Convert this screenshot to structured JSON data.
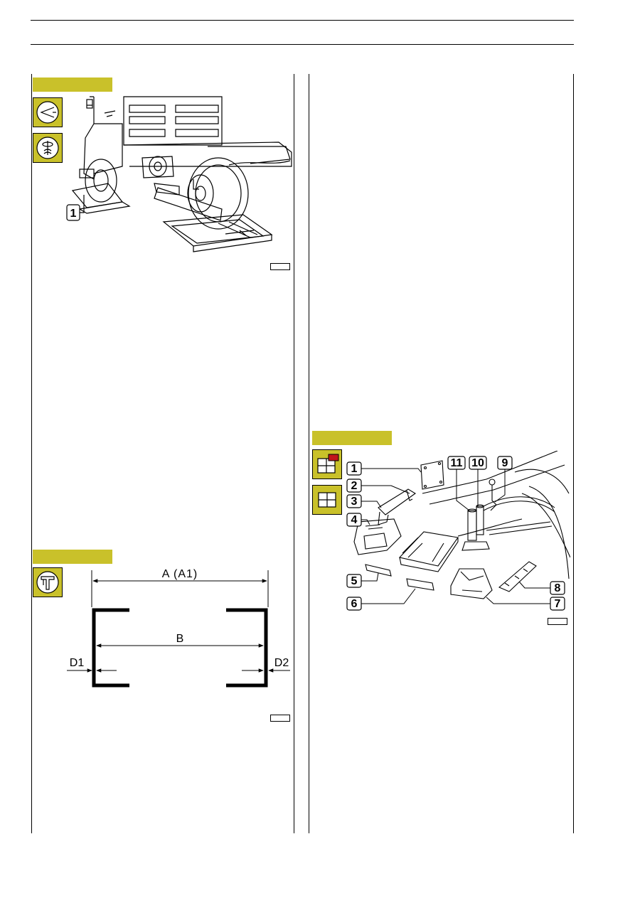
{
  "diagram_labels": {
    "width_a": "A (A1)",
    "width_b": "B",
    "offset_d1": "D1",
    "offset_d2": "D2"
  },
  "fig_top_left": {
    "callouts": [
      "1"
    ]
  },
  "fig_bottom_right": {
    "callouts": [
      "1",
      "2",
      "3",
      "4",
      "5",
      "6",
      "7",
      "8",
      "9",
      "10",
      "11"
    ]
  },
  "colors": {
    "section_tag": "#c9c12a",
    "accent_red": "#c0161b"
  },
  "icons": [
    "alignment-icon",
    "steering-icon",
    "caliper-icon",
    "disassembly-icon",
    "assembly-icon"
  ]
}
